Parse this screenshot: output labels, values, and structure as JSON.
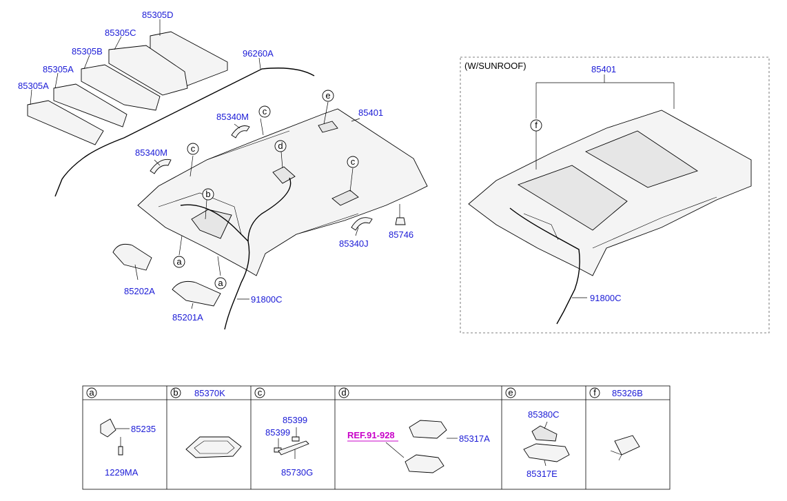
{
  "labels": {
    "p85305D": "85305D",
    "p85305C": "85305C",
    "p85305B": "85305B",
    "p85305A_1": "85305A",
    "p85305A_2": "85305A",
    "p96260A": "96260A",
    "p85340M_1": "85340M",
    "p85340M_2": "85340M",
    "p85401_main": "85401",
    "p85340J": "85340J",
    "p85746": "85746",
    "p85202A": "85202A",
    "p85201A": "85201A",
    "p91800C_main": "91800C",
    "sunroof_title": "(W/SUNROOF)",
    "p85401_sunroof": "85401",
    "p91800C_sunroof": "91800C"
  },
  "callouts": {
    "a": "a",
    "b": "b",
    "c": "c",
    "d": "d",
    "e": "e",
    "f": "f"
  },
  "detail_table": {
    "columns": [
      {
        "key": "a",
        "header_part": "",
        "parts": [
          "85235",
          "1229MA"
        ]
      },
      {
        "key": "b",
        "header_part": "85370K",
        "parts": []
      },
      {
        "key": "c",
        "header_part": "",
        "parts": [
          "85399",
          "85399",
          "85730G"
        ]
      },
      {
        "key": "d",
        "header_part": "",
        "ref": "REF.91-928",
        "parts": [
          "85317A"
        ]
      },
      {
        "key": "e",
        "header_part": "",
        "parts": [
          "85380C",
          "85317E"
        ]
      },
      {
        "key": "f",
        "header_part": "85326B",
        "parts": []
      }
    ]
  },
  "colors": {
    "label": "#1a1ad6",
    "reference": "#c800c8",
    "line": "#000000",
    "part_fill": "#f4f4f4"
  }
}
